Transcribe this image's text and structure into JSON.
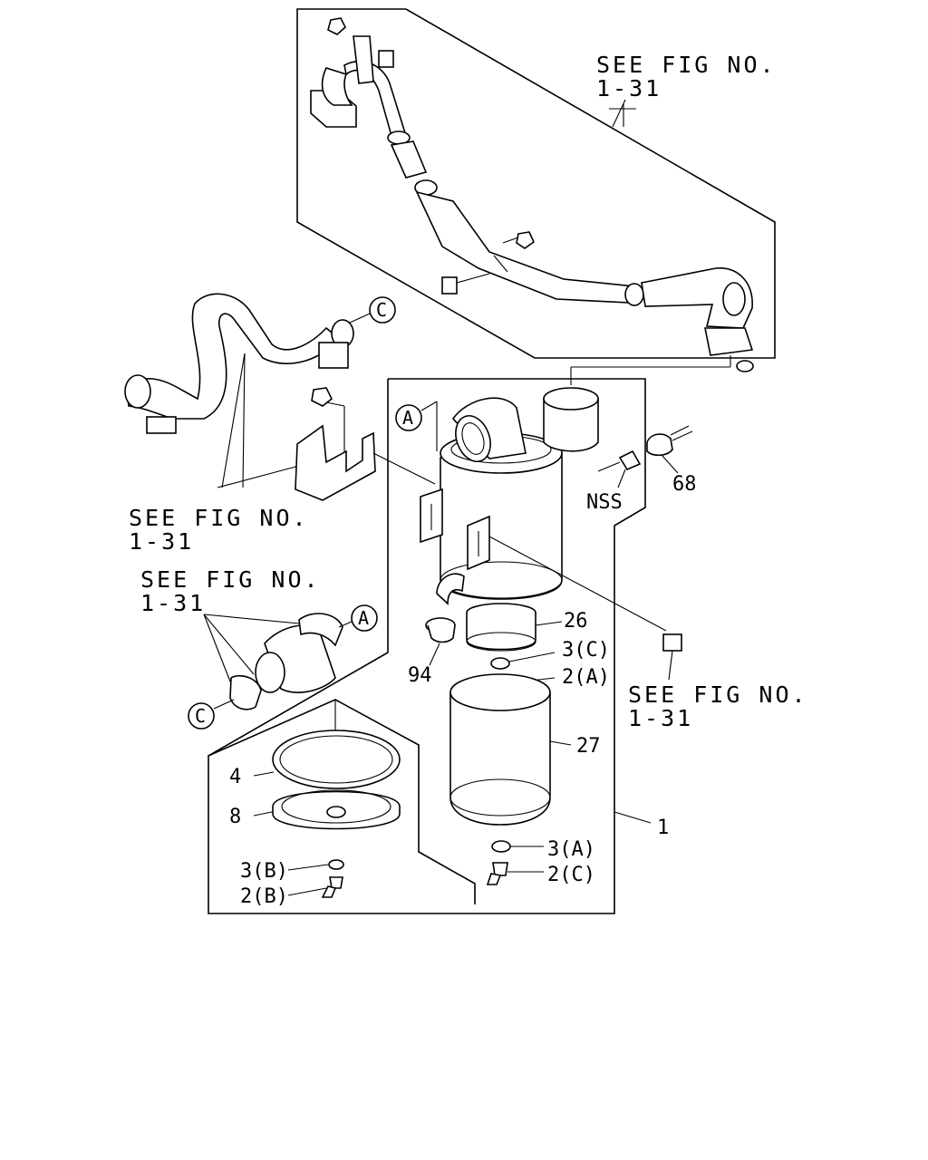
{
  "diagram": {
    "references": {
      "top_right": [
        "SEE FIG NO.",
        "1-31"
      ],
      "left_middle": [
        "SEE FIG NO.",
        "1-31"
      ],
      "left_lower": [
        "SEE FIG NO.",
        "1-31"
      ],
      "right_lower": [
        "SEE FIG NO.",
        "1-31"
      ]
    },
    "callouts": {
      "a1": "A",
      "a2": "A",
      "c1": "C",
      "c2": "C"
    },
    "parts": {
      "p1": "1",
      "p2a": "2(A)",
      "p2b": "2(B)",
      "p2c": "2(C)",
      "p3a": "3(A)",
      "p3b": "3(B)",
      "p3c": "3(C)",
      "p4": "4",
      "p8": "8",
      "p26": "26",
      "p27": "27",
      "p68": "68",
      "p94": "94",
      "nss": "NSS"
    }
  }
}
